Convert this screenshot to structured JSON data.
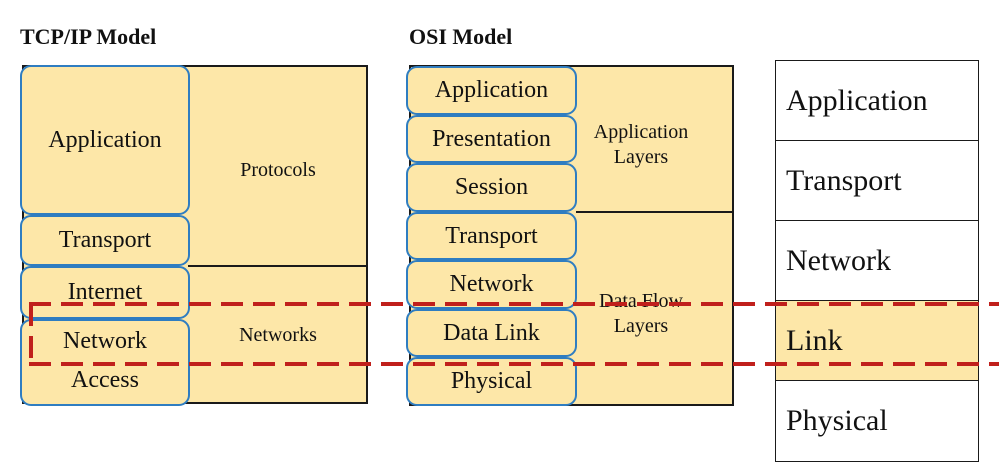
{
  "tcpip": {
    "title": "TCP/IP Model",
    "layers": [
      "Application",
      "Transport",
      "Internet",
      "Network",
      "Access"
    ],
    "groups": {
      "protocols": "Protocols",
      "networks": "Networks"
    }
  },
  "osi": {
    "title": "OSI Model",
    "layers": [
      "Application",
      "Presentation",
      "Session",
      "Transport",
      "Network",
      "Data Link",
      "Physical"
    ],
    "groups": {
      "application_layers": "Application Layers",
      "data_flow_layers": "Data Flow Layers"
    }
  },
  "five_layer": {
    "layers": [
      "Application",
      "Transport",
      "Network",
      "Link",
      "Physical"
    ],
    "highlighted": "Link"
  },
  "colors": {
    "layer_fill": "#fde7a8",
    "layer_border": "#2f7dc1",
    "highlight_dash": "#c0201c"
  }
}
